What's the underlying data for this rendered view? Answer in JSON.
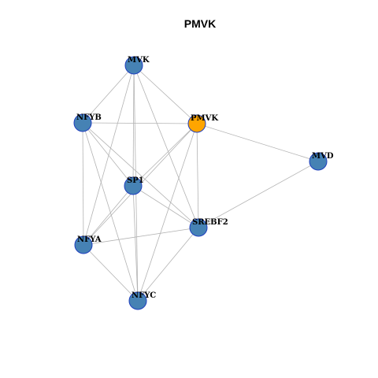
{
  "title": "PMVK",
  "colors": {
    "node_default": "#4682b4",
    "node_highlight": "#ffa500",
    "node_border": "#1f3fbf",
    "edge": "#b3b3b3"
  },
  "nodes": [
    {
      "id": "MVK",
      "label": "MVK",
      "highlight": false
    },
    {
      "id": "NFYB",
      "label": "NFYB",
      "highlight": false
    },
    {
      "id": "PMVK",
      "label": "PMVK",
      "highlight": true
    },
    {
      "id": "MVD",
      "label": "MVD",
      "highlight": false
    },
    {
      "id": "SP1",
      "label": "SP1",
      "highlight": false
    },
    {
      "id": "SREBF2",
      "label": "SREBF2",
      "highlight": false
    },
    {
      "id": "NFYA",
      "label": "NFYA",
      "highlight": false
    },
    {
      "id": "NFYC",
      "label": "NFYC",
      "highlight": false
    }
  ],
  "edges": [
    [
      "MVK",
      "NFYB"
    ],
    [
      "MVK",
      "PMVK"
    ],
    [
      "MVK",
      "SP1"
    ],
    [
      "MVK",
      "SREBF2"
    ],
    [
      "MVK",
      "NFYA"
    ],
    [
      "MVK",
      "NFYC"
    ],
    [
      "NFYB",
      "PMVK"
    ],
    [
      "NFYB",
      "SP1"
    ],
    [
      "NFYB",
      "SREBF2"
    ],
    [
      "NFYB",
      "NFYA"
    ],
    [
      "NFYB",
      "NFYC"
    ],
    [
      "PMVK",
      "MVD"
    ],
    [
      "PMVK",
      "SP1"
    ],
    [
      "PMVK",
      "SREBF2"
    ],
    [
      "PMVK",
      "NFYA"
    ],
    [
      "PMVK",
      "NFYC"
    ],
    [
      "MVD",
      "SREBF2"
    ],
    [
      "SP1",
      "SREBF2"
    ],
    [
      "SP1",
      "NFYA"
    ],
    [
      "SP1",
      "NFYC"
    ],
    [
      "SREBF2",
      "NFYA"
    ],
    [
      "SREBF2",
      "NFYC"
    ],
    [
      "NFYA",
      "NFYC"
    ]
  ]
}
